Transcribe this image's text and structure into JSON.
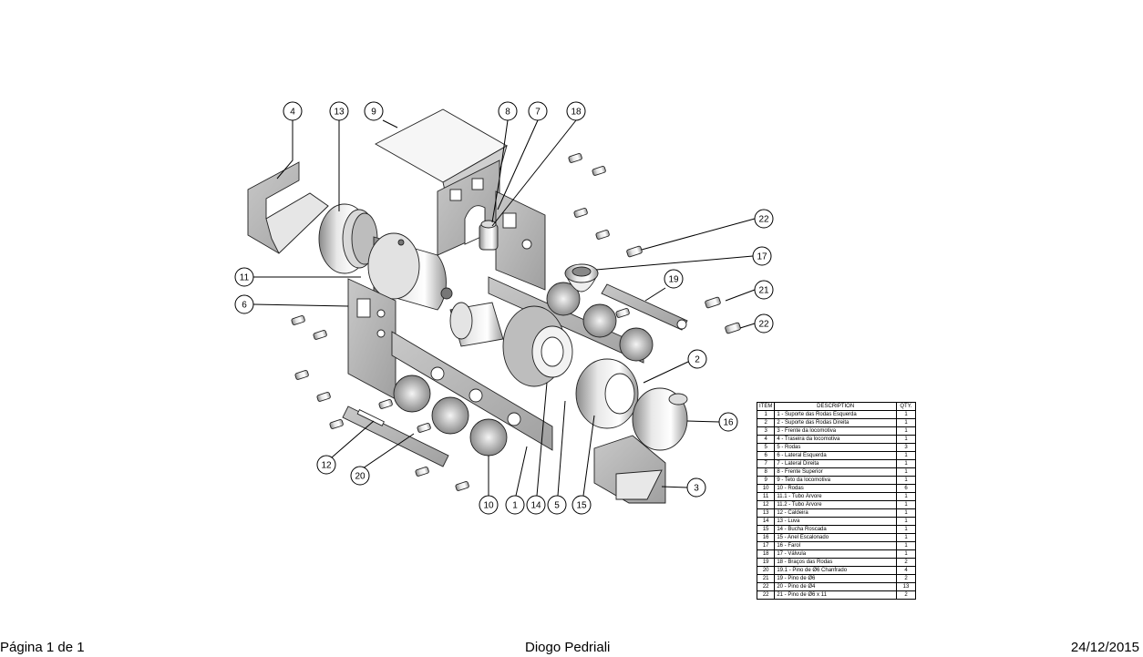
{
  "footer": {
    "page": "Página 1 de 1",
    "author": "Diogo Pedriali",
    "date": "24/12/2015"
  },
  "bom": {
    "headers": {
      "item": "ITEM",
      "description": "DESCRIPTION",
      "qty": "QTY."
    },
    "rows": [
      {
        "item": "1",
        "description": "1 - Suporte das Rodas Esquerda",
        "qty": "1"
      },
      {
        "item": "2",
        "description": "2 - Suporte das Rodas Direita",
        "qty": "1"
      },
      {
        "item": "3",
        "description": "3 - Frente da locomotiva",
        "qty": "1"
      },
      {
        "item": "4",
        "description": "4 - Traseira da locomotiva",
        "qty": "1"
      },
      {
        "item": "5",
        "description": "5 - Rodas",
        "qty": "3"
      },
      {
        "item": "6",
        "description": "6 - Lateral Esquerda",
        "qty": "1"
      },
      {
        "item": "7",
        "description": "7 - Lateral Direita",
        "qty": "1"
      },
      {
        "item": "8",
        "description": "8 - Frente Superior",
        "qty": "1"
      },
      {
        "item": "9",
        "description": "9 - Teto da locomotiva",
        "qty": "1"
      },
      {
        "item": "10",
        "description": "10 - Rodas",
        "qty": "6"
      },
      {
        "item": "11",
        "description": "11.1 - Tubo Árvore",
        "qty": "1"
      },
      {
        "item": "12",
        "description": "11.2 - Tubo Árvore",
        "qty": "1"
      },
      {
        "item": "13",
        "description": "12 - Caldeira",
        "qty": "1"
      },
      {
        "item": "14",
        "description": "13 - Luva",
        "qty": "1"
      },
      {
        "item": "15",
        "description": "14 - Bucha Roscada",
        "qty": "1"
      },
      {
        "item": "16",
        "description": "15 - Anel Escalonado",
        "qty": "1"
      },
      {
        "item": "17",
        "description": "16 - Farol",
        "qty": "1"
      },
      {
        "item": "18",
        "description": "17 - Válvula",
        "qty": "1"
      },
      {
        "item": "19",
        "description": "18 - Braços das Rodas",
        "qty": "2"
      },
      {
        "item": "20",
        "description": "19.1 - Pino de Ø6 Chanfrado",
        "qty": "4"
      },
      {
        "item": "21",
        "description": "19 - Pino de Ø6",
        "qty": "2"
      },
      {
        "item": "22",
        "description": "20 - Pino de Ø4",
        "qty": "13"
      },
      {
        "item": "22",
        "description": "21 - Pino de Ø6 x 11",
        "qty": "2"
      }
    ]
  },
  "balloons": [
    "4",
    "13",
    "9",
    "8",
    "7",
    "18",
    "22",
    "17",
    "19",
    "21",
    "22",
    "11",
    "6",
    "2",
    "16",
    "3",
    "12",
    "20",
    "10",
    "1",
    "14",
    "5",
    "15"
  ]
}
